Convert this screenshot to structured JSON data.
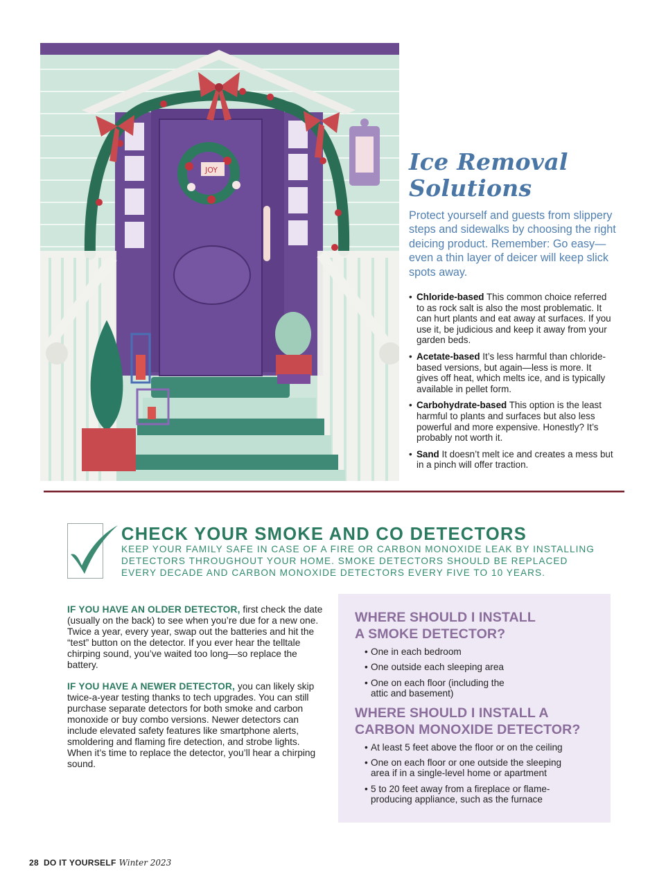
{
  "illustration": {
    "alt": "Watercolor illustration of a purple front door decorated for Christmas with garland, red bows, a wreath and green-tiled porch steps",
    "wreath_sign": "JOY",
    "colors": {
      "siding": "#cfe6dc",
      "door": "#6b4a94",
      "trim": "#f2f0ee",
      "garland": "#2e7a5f",
      "bow": "#c9474b",
      "steps": "#3f8a76",
      "tile": "#bfe0d2"
    }
  },
  "ice_removal": {
    "title_line1": "Ice Removal",
    "title_line2": "Solutions",
    "intro": "Protect yourself and guests from slippery steps and sidewalks by choosing the right deicing product. Remember: Go easy—even a thin layer of deicer will keep slick spots away.",
    "items": [
      {
        "term": "Chloride-based",
        "text": "This common choice referred to as rock salt is also the most problematic. It can hurt plants and eat away at surfaces. If you use it, be judicious and keep it away from your garden beds."
      },
      {
        "term": "Acetate-based",
        "text": "It’s less harmful than chloride-based versions, but again—less is more. It gives off heat, which melts ice, and is typically available in pellet form."
      },
      {
        "term": "Carbohydrate-based",
        "text": "This option is the least harmful to plants and surfaces but also less powerful and more expensive. Honestly? It’s probably not worth it."
      },
      {
        "term": "Sand",
        "text": "It doesn’t melt ice and creates a mess but in a pinch will offer traction."
      }
    ]
  },
  "detectors": {
    "icon": "checkmark-icon",
    "title": "CHECK YOUR SMOKE AND CO DETECTORS",
    "subtitle": "Keep your family safe in case of a fire or carbon monoxide leak by installing detectors throughout your home. Smoke detectors should be replaced every decade and carbon monoxide detectors every five to 10 years.",
    "paragraphs": [
      {
        "lead": "IF YOU HAVE AN OLDER DETECTOR,",
        "text": "first check the date (usually on the back) to see when you’re due for a new one. Twice a year, every year, swap out the batteries and hit the “test” button on the detector. If you ever hear the telltale chirping sound, you’ve waited too long—so replace the battery."
      },
      {
        "lead": "IF YOU HAVE A NEWER DETECTOR,",
        "text": "you can likely skip twice-a-year testing thanks to tech upgrades. You can still purchase separate detectors for both smoke and carbon monoxide or buy combo versions. Newer detectors can include elevated safety features like smartphone alerts, smoldering and flaming fire detection, and strobe lights. When it’s time to replace the detector, you’ll hear a chirping sound."
      }
    ],
    "where_box": {
      "smoke_heading_line1": "WHERE SHOULD I INSTALL",
      "smoke_heading_line2": "A SMOKE DETECTOR?",
      "smoke_items": [
        "One in each bedroom",
        "One outside each sleeping area",
        "One on each floor (including the attic and basement)"
      ],
      "co_heading_line1": "WHERE SHOULD I INSTALL A",
      "co_heading_line2": "CARBON MONOXIDE DETECTOR?",
      "co_items": [
        "At least 5 feet above the floor or on the ceiling",
        "One on each floor or one outside the sleeping area if in a single-level home or apartment",
        "5 to 20 feet away from a fireplace or flame-producing appliance, such as the furnace"
      ]
    }
  },
  "footer": {
    "page_number": "28",
    "magazine": "DO IT YOURSELF",
    "issue": "Winter 2023"
  },
  "colors": {
    "ice_title": "#4a76a5",
    "detector_green": "#2a7a5f",
    "where_box_bg": "#eee9f4",
    "where_heading": "#8a6d9a",
    "divider": "#6e1a26"
  }
}
